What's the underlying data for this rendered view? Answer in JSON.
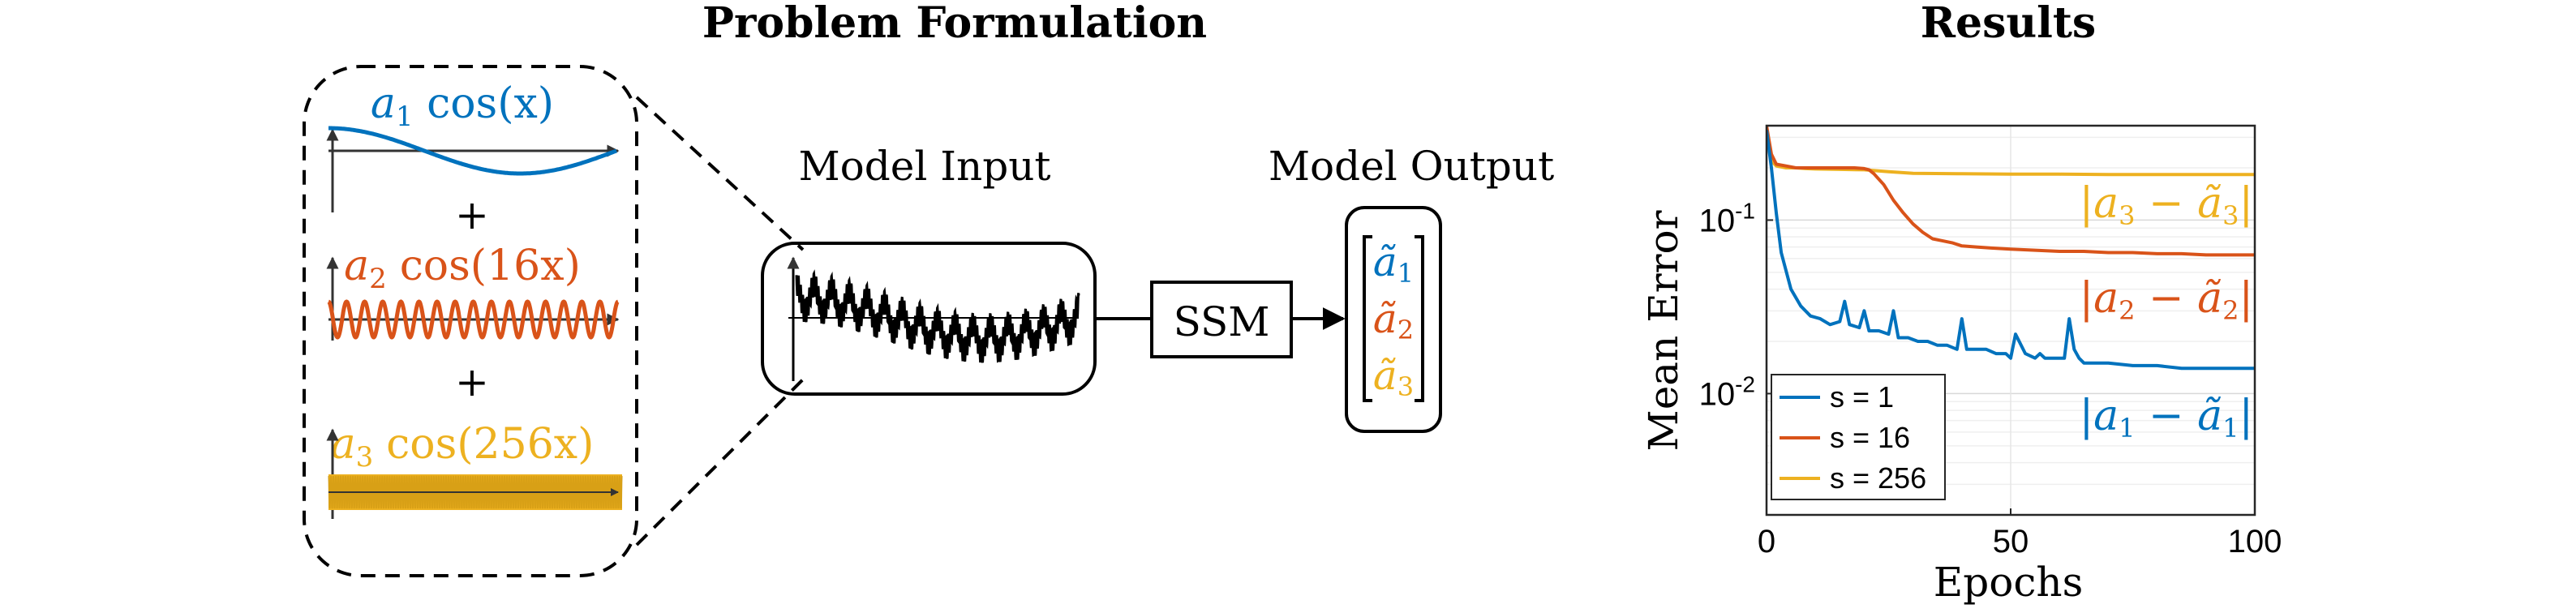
{
  "titles": {
    "left": "Problem Formulation",
    "right": "Results"
  },
  "colors": {
    "blue": "#0072BD",
    "orange": "#D95319",
    "yellow": "#EDB120",
    "black": "#000000"
  },
  "components": [
    {
      "coef": "a",
      "sub": "1",
      "func": "cos(x)",
      "freq": 1,
      "color": "#0072BD"
    },
    {
      "coef": "a",
      "sub": "2",
      "func": "cos(16x)",
      "freq": 16,
      "color": "#D95319"
    },
    {
      "coef": "a",
      "sub": "3",
      "func": "cos(256x)",
      "freq": 256,
      "color": "#EDB120"
    }
  ],
  "plus": "+",
  "model": {
    "input_label": "Model Input",
    "output_label": "Model Output",
    "block_label": "SSM",
    "outputs": [
      "ã",
      "ã",
      "ã"
    ],
    "output_subs": [
      "1",
      "2",
      "3"
    ]
  },
  "chart_data": {
    "type": "line",
    "title": "Results",
    "xlabel": "Epochs",
    "ylabel": "Mean Error",
    "xlim": [
      0,
      100
    ],
    "ylim": [
      0.002,
      0.35
    ],
    "yscale": "log",
    "xticks": [
      0,
      50,
      100
    ],
    "yticks": [
      {
        "base": "10",
        "exp": "-1"
      },
      {
        "base": "10",
        "exp": "-2"
      }
    ],
    "grid": true,
    "legend_position": "bottom-left",
    "annotations": [
      {
        "text_pre": "|a",
        "sub": "3",
        "mid": " − ã",
        "sub2": "3",
        "post": "|",
        "color": "#EDB120"
      },
      {
        "text_pre": "|a",
        "sub": "2",
        "mid": " − ã",
        "sub2": "2",
        "post": "|",
        "color": "#D95319"
      },
      {
        "text_pre": "|a",
        "sub": "1",
        "mid": " − ã",
        "sub2": "1",
        "post": "|",
        "color": "#0072BD"
      }
    ],
    "series": [
      {
        "name": "s = 1",
        "color": "#0072BD",
        "x": [
          0,
          1,
          2,
          3,
          5,
          7,
          9,
          11,
          13,
          15,
          16,
          17,
          19,
          20,
          21,
          23,
          25,
          26,
          27,
          29,
          31,
          33,
          35,
          37,
          39,
          40,
          41,
          43,
          45,
          47,
          49,
          50,
          51,
          53,
          55,
          56,
          57,
          59,
          61,
          62,
          63,
          64,
          65,
          67,
          70,
          75,
          80,
          85,
          90,
          95,
          100
        ],
        "y": [
          0.33,
          0.2,
          0.11,
          0.065,
          0.04,
          0.032,
          0.028,
          0.027,
          0.025,
          0.026,
          0.034,
          0.025,
          0.024,
          0.03,
          0.023,
          0.023,
          0.022,
          0.03,
          0.021,
          0.021,
          0.02,
          0.02,
          0.019,
          0.019,
          0.018,
          0.027,
          0.018,
          0.018,
          0.018,
          0.017,
          0.017,
          0.016,
          0.022,
          0.017,
          0.016,
          0.017,
          0.016,
          0.016,
          0.016,
          0.027,
          0.018,
          0.016,
          0.015,
          0.015,
          0.015,
          0.0145,
          0.0145,
          0.014,
          0.014,
          0.014,
          0.014
        ]
      },
      {
        "name": "s = 16",
        "color": "#D95319",
        "x": [
          0,
          1,
          2,
          4,
          6,
          8,
          10,
          12,
          14,
          16,
          18,
          20,
          21,
          22,
          24,
          26,
          28,
          30,
          32,
          34,
          36,
          38,
          40,
          43,
          46,
          50,
          55,
          60,
          65,
          70,
          75,
          80,
          85,
          90,
          95,
          100
        ],
        "y": [
          0.35,
          0.24,
          0.21,
          0.205,
          0.2,
          0.2,
          0.2,
          0.2,
          0.2,
          0.2,
          0.2,
          0.198,
          0.195,
          0.185,
          0.16,
          0.13,
          0.11,
          0.095,
          0.085,
          0.078,
          0.076,
          0.074,
          0.071,
          0.07,
          0.069,
          0.068,
          0.067,
          0.066,
          0.066,
          0.065,
          0.065,
          0.064,
          0.064,
          0.063,
          0.063,
          0.063
        ]
      },
      {
        "name": "s = 256",
        "color": "#EDB120",
        "x": [
          0,
          1,
          2,
          4,
          6,
          8,
          10,
          15,
          20,
          25,
          30,
          40,
          50,
          60,
          70,
          80,
          90,
          100
        ],
        "y": [
          0.34,
          0.22,
          0.205,
          0.2,
          0.2,
          0.198,
          0.197,
          0.196,
          0.195,
          0.19,
          0.186,
          0.185,
          0.184,
          0.184,
          0.183,
          0.183,
          0.183,
          0.183
        ]
      }
    ]
  }
}
